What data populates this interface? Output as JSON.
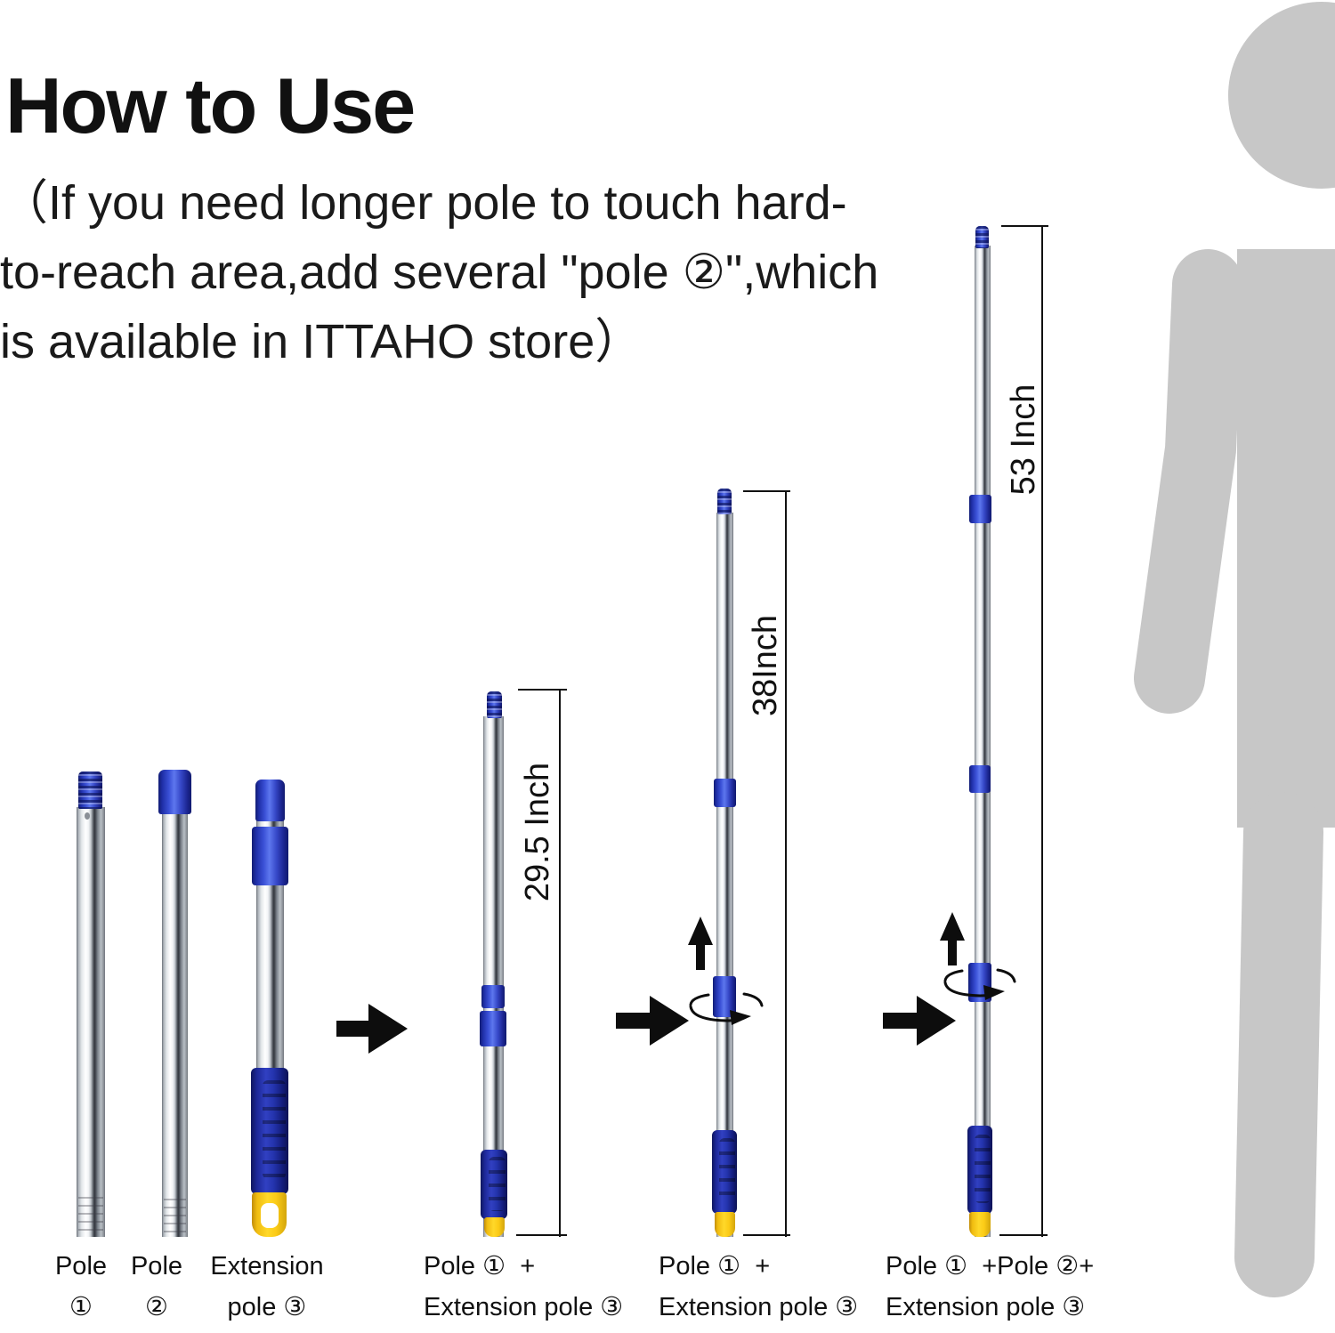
{
  "title": "How to Use",
  "intro": {
    "line1": "（If you need longer pole to touch hard-",
    "line2": "to-reach area,add several \"pole ②\",which",
    "line3": "is available in ITTAHO store）"
  },
  "parts": {
    "pole1": {
      "label_line1": "Pole",
      "label_line2": "①"
    },
    "pole2": {
      "label_line1": "Pole",
      "label_line2": "②"
    },
    "pole3": {
      "label_line1": "Extension",
      "label_line2": "pole ③"
    }
  },
  "combos": {
    "combo1": {
      "length": "29.5 Inch",
      "label_line1": "Pole ①  +",
      "label_line2": "Extension pole ③"
    },
    "combo2": {
      "length": "38Inch",
      "label_line1": "Pole ①  +",
      "label_line2": "Extension pole ③"
    },
    "combo3": {
      "length": "53 Inch",
      "label_line1": "Pole ①  +Pole ②+",
      "label_line2": "Extension pole ③"
    }
  },
  "colors": {
    "pole_blue": "#2e3fc4",
    "grip_blue": "#202da0",
    "yellow": "#f6c915",
    "silhouette_gray": "#c7c7c7",
    "line_black": "#111111"
  }
}
